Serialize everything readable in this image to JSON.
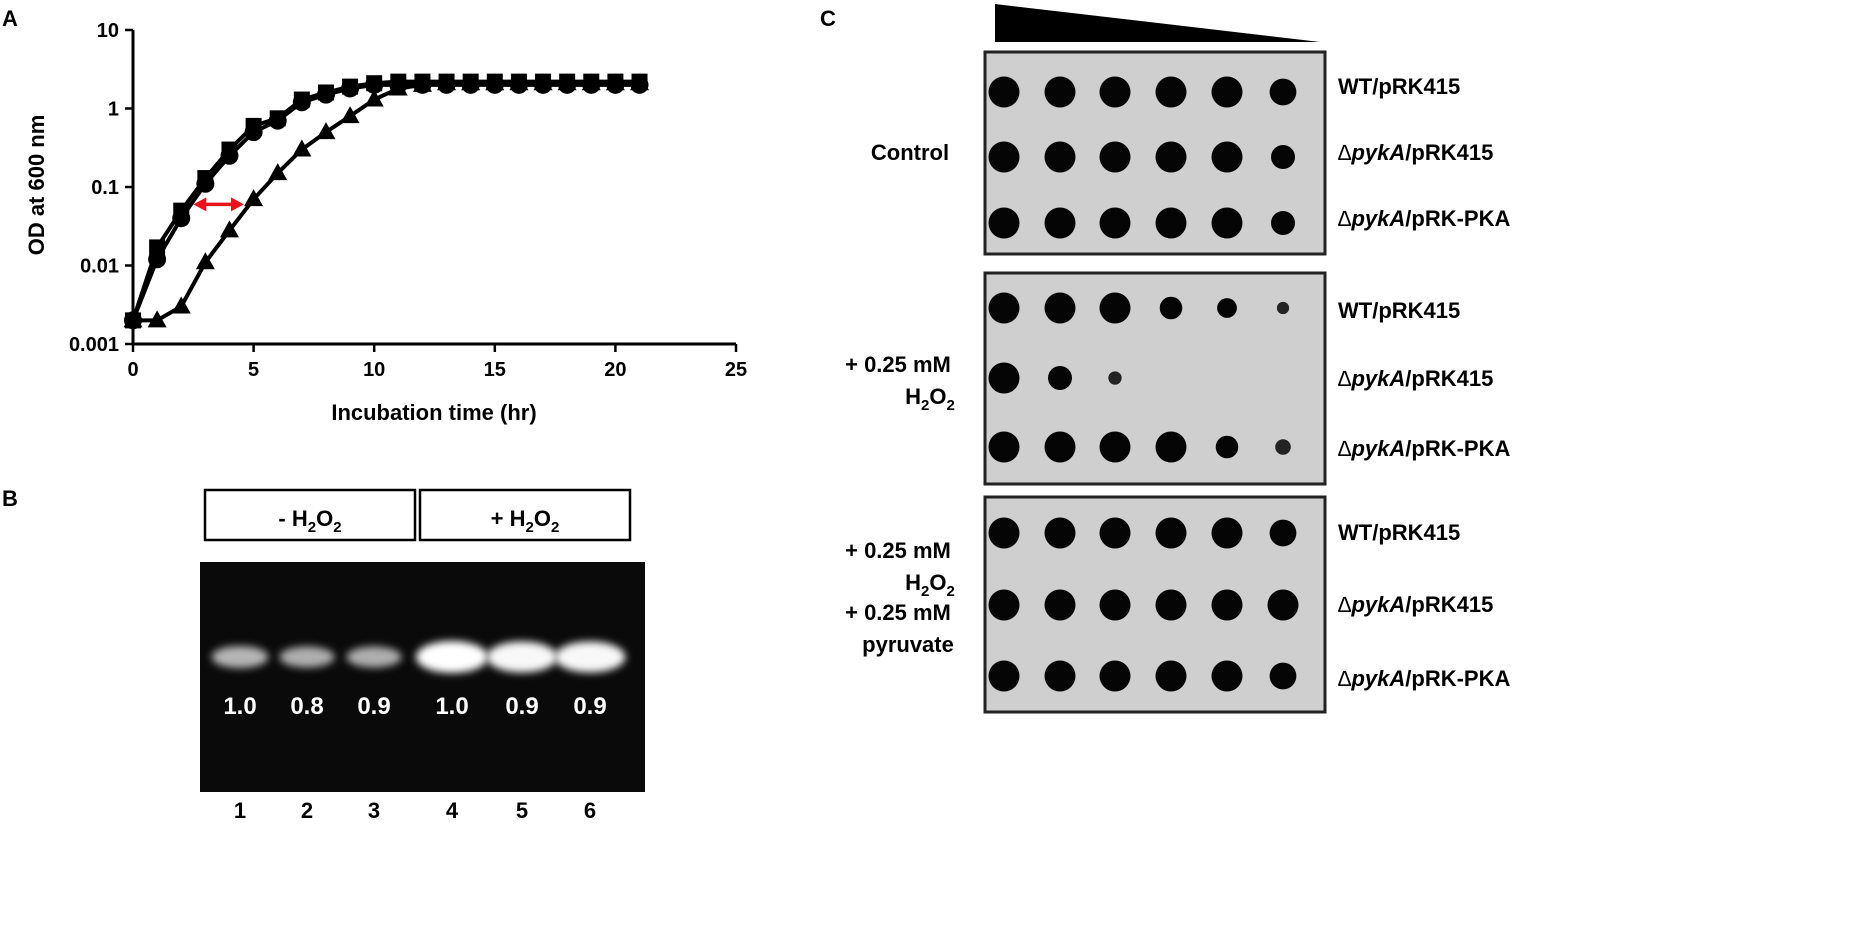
{
  "panels": {
    "a": "A",
    "b": "B",
    "c": "C"
  },
  "chart_data": {
    "type": "line",
    "xlabel": "Incubation time (hr)",
    "ylabel": "OD at 600 nm",
    "xlim": [
      0,
      25
    ],
    "ylim": [
      0.001,
      10
    ],
    "yscale": "log",
    "xticks": [
      "0",
      "5",
      "10",
      "15",
      "20",
      "25"
    ],
    "yticks": [
      "0.001",
      "0.01",
      "0.1",
      "1",
      "10"
    ],
    "grid": false,
    "series": [
      {
        "marker": "square",
        "x": [
          0,
          1,
          2,
          3,
          4,
          5,
          6,
          7,
          8,
          9,
          10,
          11,
          12,
          13,
          14,
          15,
          16,
          17,
          18,
          19,
          20,
          21
        ],
        "y": [
          0.002,
          0.017,
          0.05,
          0.13,
          0.3,
          0.6,
          0.75,
          1.3,
          1.6,
          1.9,
          2.1,
          2.2,
          2.2,
          2.2,
          2.2,
          2.2,
          2.2,
          2.2,
          2.2,
          2.2,
          2.2,
          2.2
        ]
      },
      {
        "marker": "circle",
        "x": [
          0,
          1,
          2,
          3,
          4,
          5,
          6,
          7,
          8,
          9,
          10,
          11,
          12,
          13,
          14,
          15,
          16,
          17,
          18,
          19,
          20,
          21
        ],
        "y": [
          0.002,
          0.012,
          0.04,
          0.11,
          0.25,
          0.5,
          0.7,
          1.2,
          1.5,
          1.8,
          2.0,
          2.0,
          2.0,
          2.0,
          2.0,
          2.0,
          2.0,
          2.0,
          2.0,
          2.0,
          2.0,
          2.0
        ]
      },
      {
        "marker": "triangle",
        "x": [
          0,
          1,
          2,
          3,
          4,
          5,
          6,
          7,
          8,
          9,
          10,
          11,
          12,
          13,
          14,
          15,
          16,
          17,
          18,
          19,
          20,
          21
        ],
        "y": [
          0.002,
          0.002,
          0.003,
          0.011,
          0.028,
          0.07,
          0.15,
          0.3,
          0.5,
          0.8,
          1.3,
          1.8,
          2.0,
          2.1,
          2.1,
          2.1,
          2.1,
          2.1,
          2.1,
          2.1,
          2.1,
          2.1
        ]
      }
    ],
    "annotation": {
      "type": "double-arrow",
      "color": "#e8141b",
      "x_from": 2.5,
      "x_to": 4.6,
      "y": 0.06
    }
  },
  "gel": {
    "header_minus": "- H",
    "header_plus": "+ H",
    "sub_2": "2",
    "sub_O": "O",
    "values": [
      "1.0",
      "0.8",
      "0.9",
      "1.0",
      "0.9",
      "0.9"
    ],
    "lanes": [
      "1",
      "2",
      "3",
      "4",
      "5",
      "6"
    ],
    "band_intensity": [
      0.45,
      0.4,
      0.4,
      1.0,
      0.95,
      0.95
    ]
  },
  "spot": {
    "conditions": {
      "control": "Control",
      "h2o2_line1": "+ 0.25 mM",
      "h2o2_H": "H",
      "h2o2_2": "2",
      "h2o2_O": "O",
      "pyr_line3": "+ 0.25 mM",
      "pyr_line4": "pyruvate"
    },
    "strains": {
      "wt": "WT/pRK415",
      "delta": "∆",
      "pyka": "pykA",
      "pyka_vec": "/pRK415",
      "pyka_comp": "/pRK-PKA"
    },
    "growth": [
      [
        [
          1,
          1,
          1,
          1,
          0.9,
          0.6
        ],
        [
          1,
          1,
          1,
          1,
          0.9,
          0.5
        ],
        [
          1,
          1,
          1,
          1,
          0.85,
          0.5
        ]
      ],
      [
        [
          1,
          1,
          1,
          0.45,
          0.35,
          0.08
        ],
        [
          1,
          0.5,
          0.12,
          0,
          0,
          0
        ],
        [
          1,
          1,
          1,
          0.85,
          0.45,
          0.2
        ]
      ],
      [
        [
          1,
          1,
          1,
          1,
          0.9,
          0.6
        ],
        [
          1,
          1,
          1,
          1,
          1,
          0.8
        ],
        [
          1,
          1,
          1,
          1,
          1,
          0.6
        ]
      ]
    ]
  }
}
